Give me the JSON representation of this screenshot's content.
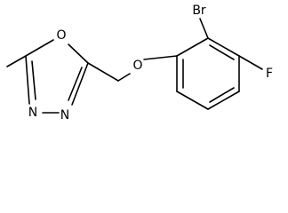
{
  "molecule": {
    "atoms": {
      "br": "Br",
      "f": "F",
      "o_ether": "O",
      "o_ring": "O",
      "n1": "N",
      "n2": "N"
    },
    "colors": {
      "bond": "#000000",
      "label": "#000000",
      "background": "#ffffff"
    }
  }
}
